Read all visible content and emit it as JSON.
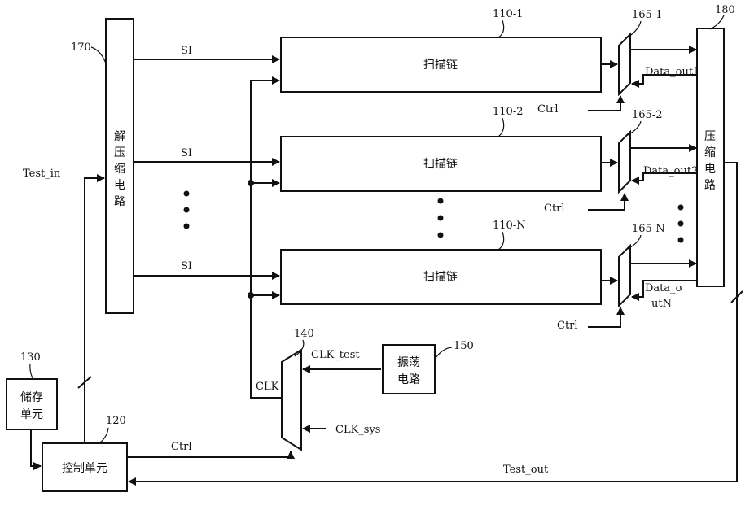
{
  "blocks": {
    "decompress": {
      "ref": "170",
      "label": [
        "解",
        "压",
        "缩",
        "电",
        "路"
      ]
    },
    "compress": {
      "ref": "180",
      "label": [
        "压",
        "缩",
        "电",
        "路"
      ]
    },
    "storage": {
      "ref": "130",
      "label": [
        "储存",
        "单元"
      ]
    },
    "control": {
      "ref": "120",
      "label": "控制单元"
    },
    "oscillator": {
      "ref": "150",
      "label": [
        "振荡",
        "电路"
      ]
    },
    "clk_mux": {
      "ref": "140"
    }
  },
  "scan_chains": [
    {
      "ref": "110-1",
      "label": "扫描链",
      "mux_ref": "165-1",
      "out": [
        "Data_out1"
      ],
      "si": "SI",
      "ctrl": "Ctrl"
    },
    {
      "ref": "110-2",
      "label": "扫描链",
      "mux_ref": "165-2",
      "out": [
        "Data_out2"
      ],
      "si": "SI",
      "ctrl": "Ctrl"
    },
    {
      "ref": "110-N",
      "label": "扫描链",
      "mux_ref": "165-N",
      "out": [
        "Data_o",
        "utN"
      ],
      "si": "SI",
      "ctrl": "Ctrl"
    }
  ],
  "signals": {
    "test_in": "Test_in",
    "test_out": "Test_out",
    "clk": "CLK",
    "clk_test": "CLK_test",
    "clk_sys": "CLK_sys",
    "ctrl_main": "Ctrl"
  }
}
